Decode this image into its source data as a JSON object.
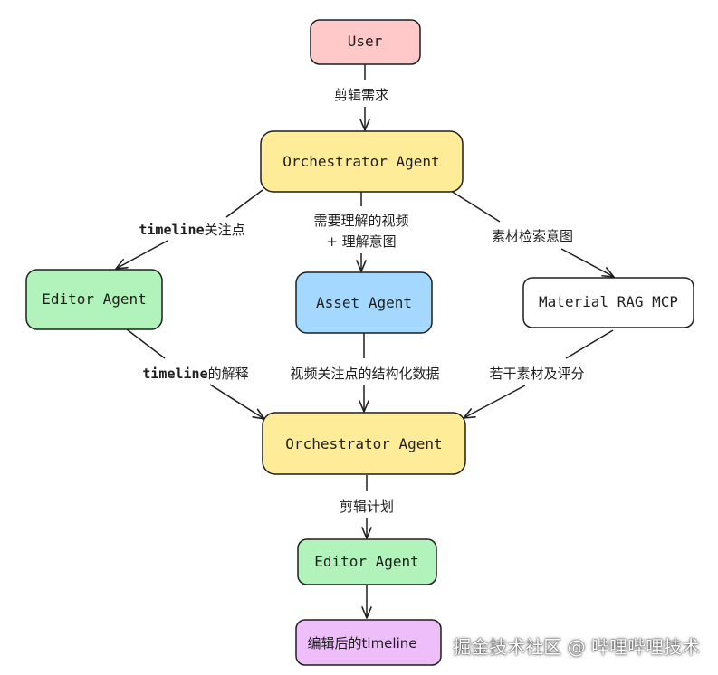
{
  "nodes": {
    "user": {
      "label": "User",
      "fill": "#ffc9c9"
    },
    "orchestrator_top": {
      "label": "Orchestrator Agent",
      "fill": "#ffec99"
    },
    "editor_left": {
      "label": "Editor Agent",
      "fill": "#b2f2bb"
    },
    "asset": {
      "label": "Asset Agent",
      "fill": "#a5d8ff"
    },
    "material": {
      "label": "Material RAG MCP",
      "fill": "#ffffff"
    },
    "orchestrator_mid": {
      "label": "Orchestrator Agent",
      "fill": "#ffec99"
    },
    "editor_bottom": {
      "label": "Editor Agent",
      "fill": "#b2f2bb"
    },
    "output": {
      "label": "编辑后的timeline",
      "fill": "#eebefa"
    }
  },
  "edges": {
    "user_to_orch": {
      "label": "剪辑需求"
    },
    "orch_to_editor": {
      "label_mono": "timeline",
      "label_rest": "关注点"
    },
    "orch_to_asset": {
      "line1": "需要理解的视频",
      "line2": "+ 理解意图"
    },
    "orch_to_material": {
      "label": "素材检索意图"
    },
    "editor_to_orch": {
      "label_mono": "timeline",
      "label_rest": "的解释"
    },
    "asset_to_orch": {
      "label": "视频关注点的结构化数据"
    },
    "material_to_orch": {
      "label": "若干素材及评分"
    },
    "orch_to_editor_bottom": {
      "label": "剪辑计划"
    }
  },
  "colors": {
    "stroke": "#1e1e1e"
  },
  "watermark": "掘金技术社区 @ 哔哩哔哩技术"
}
